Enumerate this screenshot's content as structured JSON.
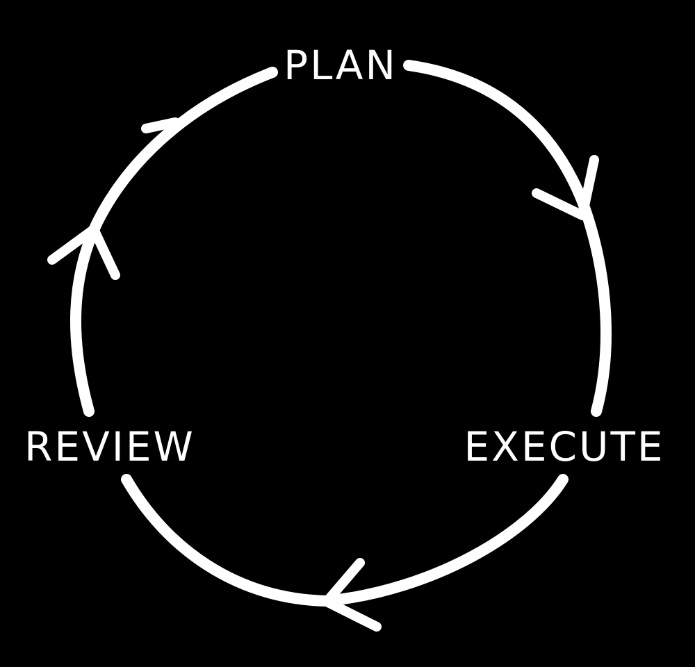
{
  "diagram": {
    "stages": {
      "plan": {
        "label": "PLAN"
      },
      "execute": {
        "label": "EXECUTE"
      },
      "review": {
        "label": "REVIEW"
      }
    },
    "flow_direction": "clockwise",
    "colors": {
      "background": "#000000",
      "stroke": "#ffffff",
      "text": "#ffffff"
    }
  }
}
